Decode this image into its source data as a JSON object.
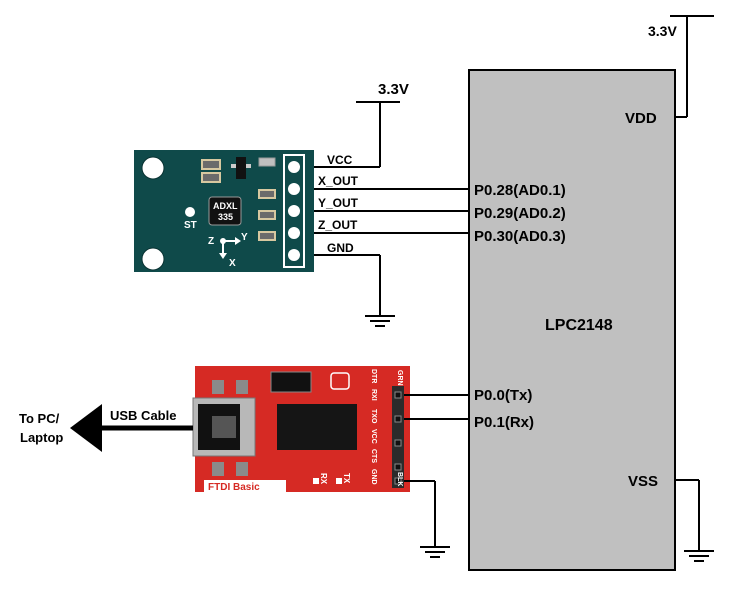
{
  "mcu": {
    "name": "LPC2148",
    "pins": {
      "vdd": "VDD",
      "vss": "VSS",
      "ad01": "P0.28(AD0.1)",
      "ad02": "P0.29(AD0.2)",
      "ad03": "P0.30(AD0.3)",
      "tx": "P0.0(Tx)",
      "rx": "P0.1(Rx)"
    }
  },
  "power": {
    "mcu_supply": "3.3V",
    "sensor_supply": "3.3V"
  },
  "accelerometer": {
    "chip_line1": "ADXL",
    "chip_line2": "335",
    "st_label": "ST",
    "axis_z": "Z",
    "axis_y": "Y",
    "axis_x": "X",
    "pins": {
      "vcc": "VCC",
      "x_out": "X_OUT",
      "y_out": "Y_OUT",
      "z_out": "Z_OUT",
      "gnd": "GND"
    },
    "board_color": "#0f4a4a"
  },
  "ftdi": {
    "name": "FTDI Basic",
    "header_labels": [
      "GRN",
      "DTR",
      "RXI",
      "TXO",
      "VCC",
      "CTS",
      "GND",
      "BLK"
    ],
    "led_labels": [
      "RX",
      "TX"
    ],
    "board_color": "#d62a24"
  },
  "usb": {
    "cable_label": "USB Cable",
    "destination_line1": "To PC/",
    "destination_line2": "Laptop"
  },
  "colors": {
    "mcu_body": "#c0c0c0",
    "wire": "#000000"
  }
}
